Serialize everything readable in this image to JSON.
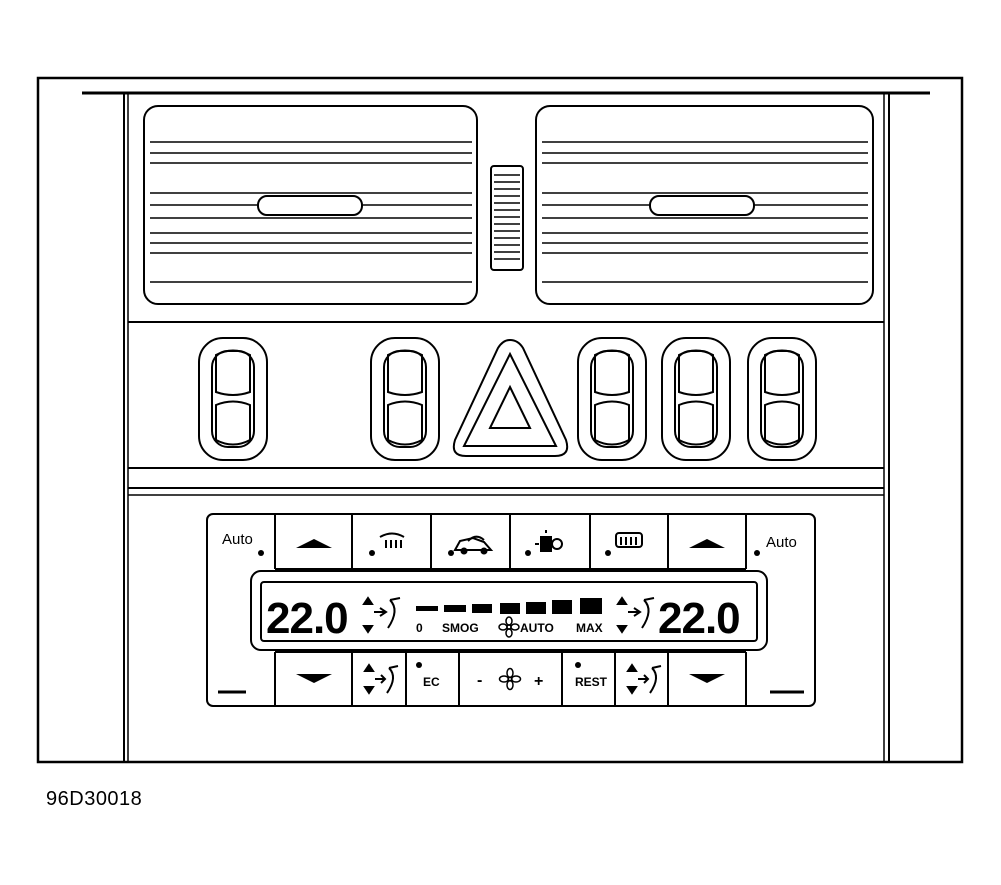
{
  "figure": {
    "id": "96D30018"
  },
  "climate_panel": {
    "left_auto_label": "Auto",
    "right_auto_label": "Auto",
    "ec_label": "EC",
    "rest_label": "REST",
    "fan_minus": "-",
    "fan_plus": "+"
  },
  "display": {
    "left_temp": "22.0",
    "right_temp": "22.0",
    "fan_scale": {
      "zero": "0",
      "smog": "SMOG",
      "auto": "AUTO",
      "max": "MAX"
    }
  },
  "colors": {
    "ink": "#000000",
    "paper": "#ffffff"
  }
}
